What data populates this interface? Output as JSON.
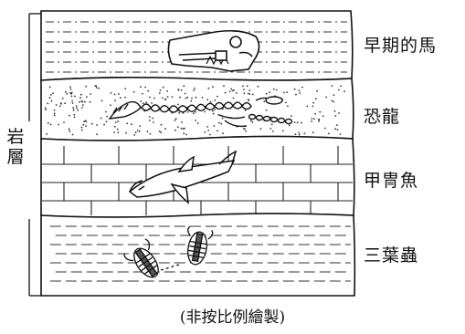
{
  "axis_label": [
    "岩",
    "層"
  ],
  "layers": [
    {
      "id": "horse",
      "label": "早期的馬",
      "icon": "horse-skull-fossil-icon"
    },
    {
      "id": "dinosaur",
      "label": "恐龍",
      "icon": "dinosaur-skeleton-fossil-icon"
    },
    {
      "id": "armored-fish",
      "label": "甲冑魚",
      "icon": "armored-fish-fossil-icon"
    },
    {
      "id": "trilobite",
      "label": "三葉蟲",
      "icon": "trilobite-fossil-icon"
    }
  ],
  "note": "(非按比例繪製)"
}
